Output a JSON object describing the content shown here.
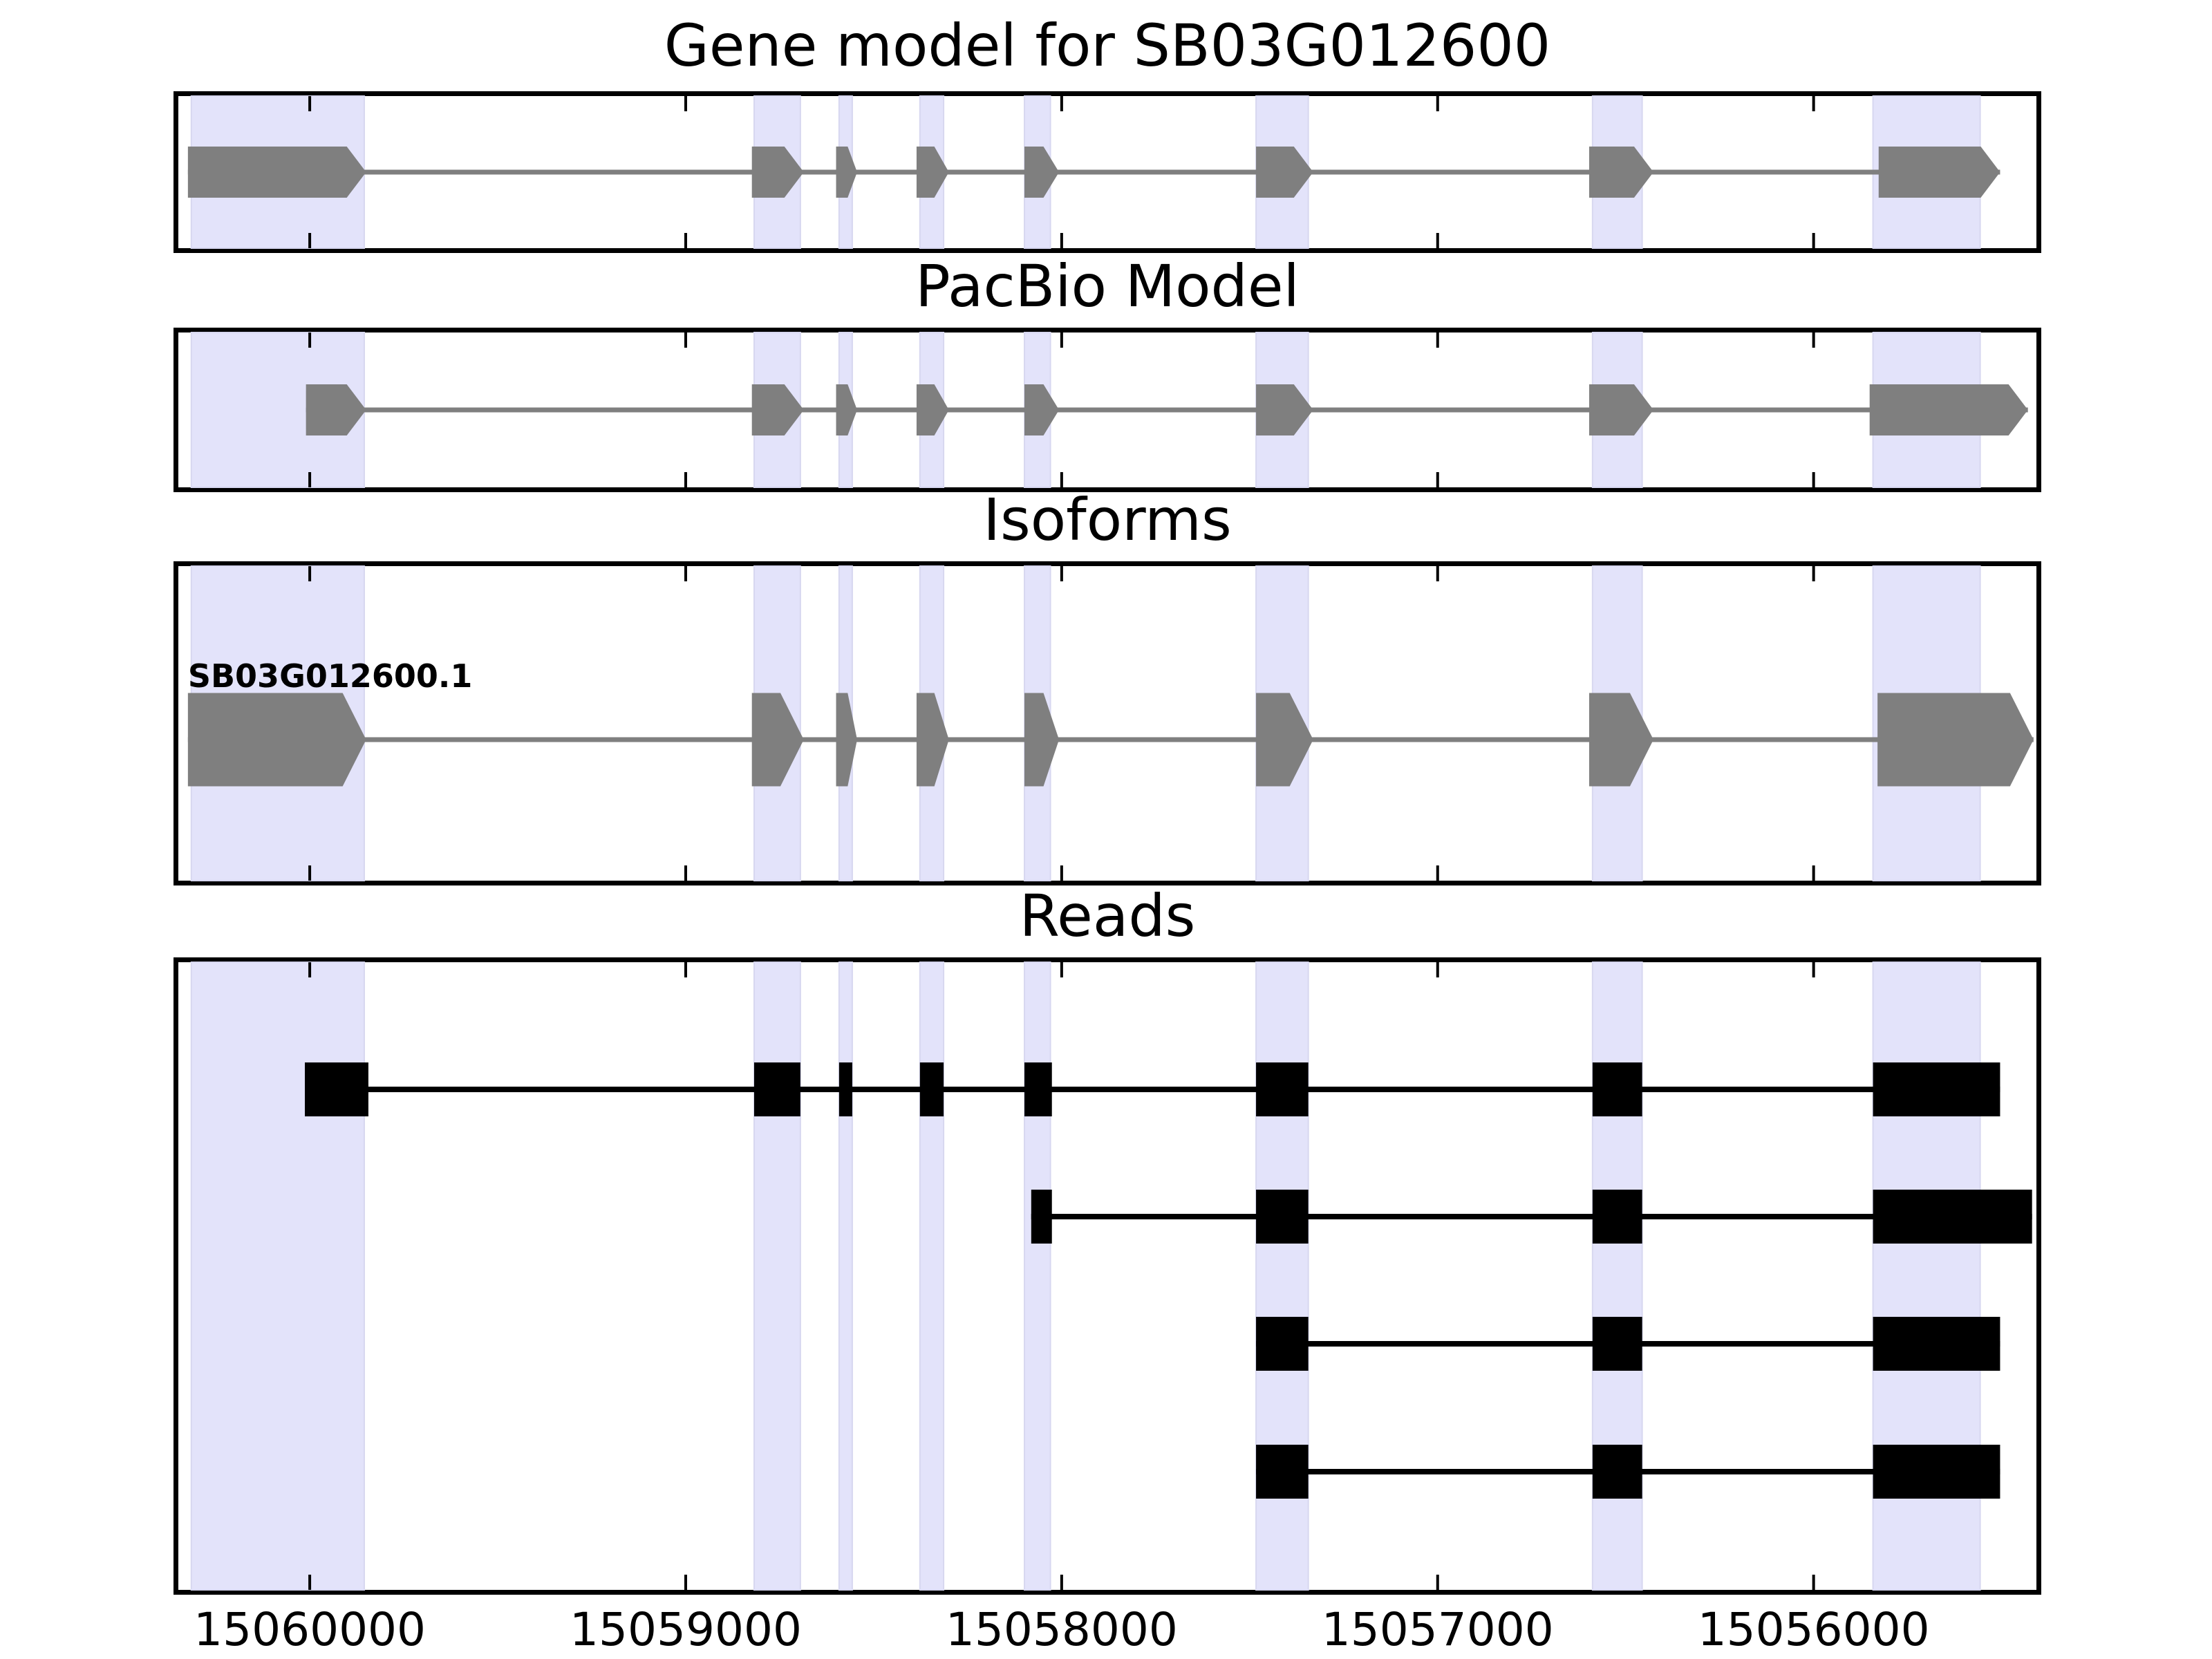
{
  "chart_data": {
    "type": "gene-model-tracks",
    "x_axis": {
      "xlim": [
        15060355,
        15055400
      ],
      "reversed": true,
      "ticks": [
        15060000,
        15059000,
        15058000,
        15057000,
        15056000
      ],
      "tick_labels": [
        "15060000",
        "15059000",
        "15058000",
        "15057000",
        "15056000"
      ]
    },
    "highlight_regions": [
      {
        "start": 15060315,
        "end": 15059855
      },
      {
        "start": 15058818,
        "end": 15058695
      },
      {
        "start": 15058592,
        "end": 15058557
      },
      {
        "start": 15058377,
        "end": 15058314
      },
      {
        "start": 15058099,
        "end": 15058030
      },
      {
        "start": 15057483,
        "end": 15057344
      },
      {
        "start": 15056588,
        "end": 15056456
      },
      {
        "start": 15055842,
        "end": 15055557
      }
    ],
    "panels": [
      {
        "title": "Gene model for SB03G012600",
        "kind": "model",
        "strand": "-",
        "exons": [
          {
            "start": 15060324,
            "end": 15059850
          },
          {
            "start": 15058824,
            "end": 15058686
          },
          {
            "start": 15058600,
            "end": 15058544
          },
          {
            "start": 15058386,
            "end": 15058300
          },
          {
            "start": 15058099,
            "end": 15058007
          },
          {
            "start": 15057483,
            "end": 15057331
          },
          {
            "start": 15056597,
            "end": 15056426
          },
          {
            "start": 15055827,
            "end": 15055504
          }
        ]
      },
      {
        "title": "PacBio Model",
        "kind": "model",
        "strand": "-",
        "exons": [
          {
            "start": 15060010,
            "end": 15059850
          },
          {
            "start": 15058824,
            "end": 15058686
          },
          {
            "start": 15058600,
            "end": 15058544
          },
          {
            "start": 15058386,
            "end": 15058300
          },
          {
            "start": 15058099,
            "end": 15058007
          },
          {
            "start": 15057483,
            "end": 15057331
          },
          {
            "start": 15056597,
            "end": 15056426
          },
          {
            "start": 15055851,
            "end": 15055430
          }
        ]
      },
      {
        "title": "Isoforms",
        "kind": "model",
        "strand": "-",
        "label": "SB03G012600.1",
        "exons": [
          {
            "start": 15060324,
            "end": 15059850
          },
          {
            "start": 15058824,
            "end": 15058686
          },
          {
            "start": 15058600,
            "end": 15058544
          },
          {
            "start": 15058386,
            "end": 15058300
          },
          {
            "start": 15058099,
            "end": 15058007
          },
          {
            "start": 15057483,
            "end": 15057331
          },
          {
            "start": 15056597,
            "end": 15056426
          },
          {
            "start": 15055830,
            "end": 15055415
          }
        ]
      },
      {
        "title": "Reads",
        "kind": "reads",
        "reads": [
          {
            "exons": [
              {
                "start": 15060013,
                "end": 15059844
              },
              {
                "start": 15058818,
                "end": 15058695
              },
              {
                "start": 15058592,
                "end": 15058557
              },
              {
                "start": 15058377,
                "end": 15058314
              },
              {
                "start": 15058099,
                "end": 15058026
              },
              {
                "start": 15057483,
                "end": 15057344
              },
              {
                "start": 15056588,
                "end": 15056456
              },
              {
                "start": 15055842,
                "end": 15055504
              }
            ]
          },
          {
            "exons": [
              {
                "start": 15058081,
                "end": 15058026
              },
              {
                "start": 15057483,
                "end": 15057344
              },
              {
                "start": 15056588,
                "end": 15056456
              },
              {
                "start": 15055842,
                "end": 15055419
              }
            ]
          },
          {
            "exons": [
              {
                "start": 15057483,
                "end": 15057344
              },
              {
                "start": 15056588,
                "end": 15056456
              },
              {
                "start": 15055842,
                "end": 15055504
              }
            ]
          },
          {
            "exons": [
              {
                "start": 15057483,
                "end": 15057344
              },
              {
                "start": 15056588,
                "end": 15056456
              },
              {
                "start": 15055842,
                "end": 15055504
              }
            ]
          }
        ]
      }
    ],
    "colors": {
      "model_fill": "#7f7f7f",
      "read_fill": "#000000",
      "highlight_fill": "#e3e3fa",
      "highlight_edge": "#d7d7f0",
      "axis": "#000000",
      "background": "#ffffff"
    }
  }
}
